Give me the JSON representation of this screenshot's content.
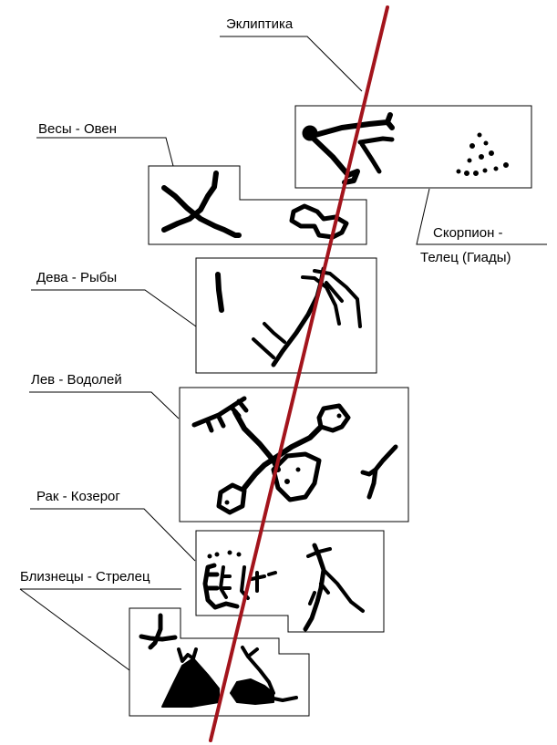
{
  "diagram": {
    "ecliptic": {
      "label": "Эклиптика",
      "color": "#a3141c"
    },
    "panels": [
      {
        "id": "scorpio-taurus",
        "label_lines": [
          "Скорпион -",
          "Телец (Гиады)"
        ]
      },
      {
        "id": "libra-aries",
        "label_lines": [
          "Весы - Овен"
        ]
      },
      {
        "id": "virgo-pisces",
        "label_lines": [
          "Дева - Рыбы"
        ]
      },
      {
        "id": "leo-aquarius",
        "label_lines": [
          "Лев - Водолей"
        ]
      },
      {
        "id": "cancer-capricorn",
        "label_lines": [
          "Рак - Козерог"
        ]
      },
      {
        "id": "gemini-sagittarius",
        "label_lines": [
          "Близнецы - Стрелец"
        ]
      }
    ]
  }
}
